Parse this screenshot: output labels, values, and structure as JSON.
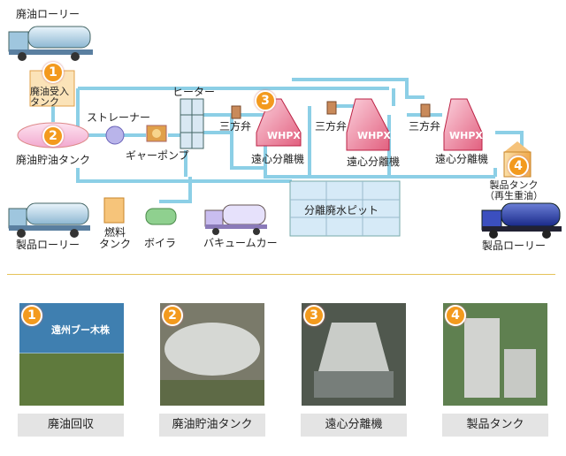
{
  "diagram": {
    "labels": {
      "waste_oil_lorry": "廃油ローリー",
      "receiving_tank": "廃油受入\nタンク",
      "storage_tank": "廃油貯油タンク",
      "strainer": "ストレーナー",
      "gear_pump": "ギャーポンプ",
      "heater": "ヒーター",
      "three_way_valve": "三方弁",
      "centrifuge": "遠心分離機",
      "whpx": "WHPX",
      "product_tank": "製品タンク\n（再生重油）",
      "product_lorry_left": "製品ローリー",
      "fuel_tank": "燃料\nタンク",
      "boiler": "ボイラ",
      "vacuum_car": "バキュームカー",
      "water_pit": "分離廃水ピット",
      "product_lorry_right": "製品ローリー"
    },
    "steps": [
      "1",
      "2",
      "3",
      "4"
    ]
  },
  "photos": [
    {
      "num": "1",
      "caption": "廃油回収",
      "truck_text": "遠州ブー木株"
    },
    {
      "num": "2",
      "caption": "廃油貯油タンク"
    },
    {
      "num": "3",
      "caption": "遠心分離機"
    },
    {
      "num": "4",
      "caption": "製品タンク"
    }
  ],
  "colors": {
    "pipe": "#8ccfe6",
    "badge": "#f39a1e",
    "storage_tank": "#f7c6e0",
    "centrifuge": "#f08aa8",
    "product_tank": "#f5c27a",
    "caption_bg": "#e4e4e4"
  }
}
